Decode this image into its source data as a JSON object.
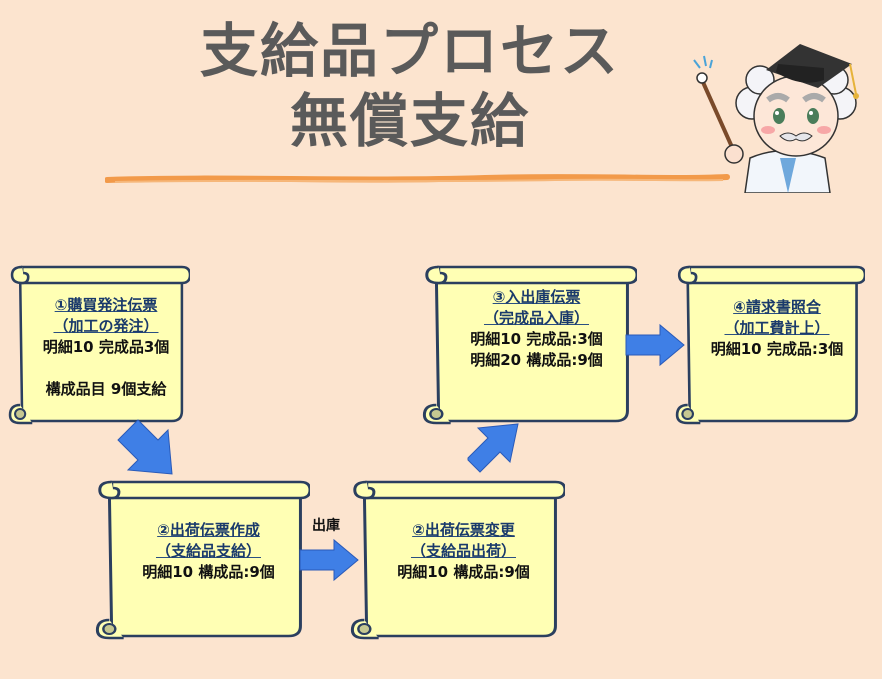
{
  "title": {
    "line1": "支給品プロセス",
    "line2": "無償支給"
  },
  "colors": {
    "background": "#fce4cf",
    "scroll_fill": "#ffffb4",
    "scroll_stroke": "#2b3f5f",
    "arrow": "#3f7fe6",
    "underline": "#f29a4a"
  },
  "steps": [
    {
      "title": "①購買発注伝票",
      "subtitle": "（加工の発注）",
      "detail1": "明細10  完成品3個",
      "detail2": "構成品目  9個支給"
    },
    {
      "title": "②出荷伝票作成",
      "subtitle": "（支給品支給）",
      "detail1": "明細10  構成品:9個"
    },
    {
      "title": "②出荷伝票変更",
      "subtitle": "（支給品出荷）",
      "detail1": "明細10  構成品:9個"
    },
    {
      "title": "③入出庫伝票",
      "subtitle": "（完成品入庫）",
      "detail1": "明細10  完成品:3個",
      "detail2": "明細20  構成品:9個"
    },
    {
      "title": "④請求書照合",
      "subtitle": "（加工費計上）",
      "detail1": "明細10  完成品:3個"
    }
  ],
  "arrow_label": "出庫",
  "illustration": "professor-with-pointer-icon"
}
